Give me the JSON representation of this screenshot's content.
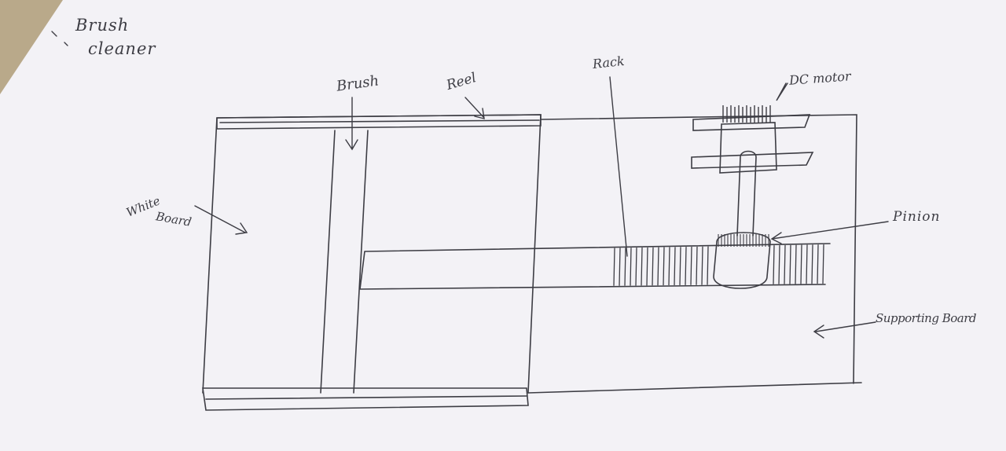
{
  "labels": {
    "brush_cleaner_line1": "Brush",
    "brush_cleaner_line2": "cleaner",
    "brush": "Brush",
    "reel": "Reel",
    "rack": "Rack",
    "dc_motor": "DC motor",
    "pinion": "Pinion",
    "white_board_line1": "White",
    "white_board_line2": "Board",
    "supporting_board": "Supporting Board"
  },
  "colors": {
    "paper": "#f3f2f6",
    "ink": "#3d3d44",
    "backdrop": "#cfcdd2"
  }
}
